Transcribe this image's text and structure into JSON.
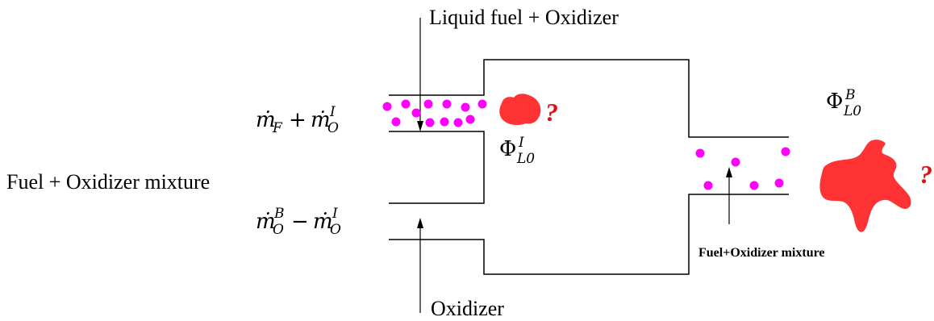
{
  "labels": {
    "top_inlet": "Liquid fuel + Oxidizer",
    "left_mixture": "Fuel + Oxidizer mixture",
    "bottom_inlet": "Oxidizer",
    "outlet_mixture": "Fuel+Oxidizer mixture"
  },
  "math": {
    "mdot_f": "ṁ",
    "mdot_f_sub": "F",
    "plus": "+",
    "mdot_o": "ṁ",
    "mdot_o_sub": "O",
    "mdot_o_sup": "I",
    "mdot_b": "ṁ",
    "mdot_b_sub": "O",
    "mdot_b_sup": "B",
    "minus": "−",
    "mdot_i": "ṁ",
    "mdot_i_sub": "O",
    "mdot_i_sup": "I",
    "phi_inlet": "Φ",
    "phi_inlet_sub": "L0",
    "phi_inlet_sup": "I",
    "phi_burner": "Φ",
    "phi_burner_sub": "L0",
    "phi_burner_sup": "B"
  },
  "question_mark": "?",
  "colors": {
    "droplet": "#ff00ff",
    "flame": "#ff3333",
    "question": "#e01010",
    "line": "#000000"
  }
}
